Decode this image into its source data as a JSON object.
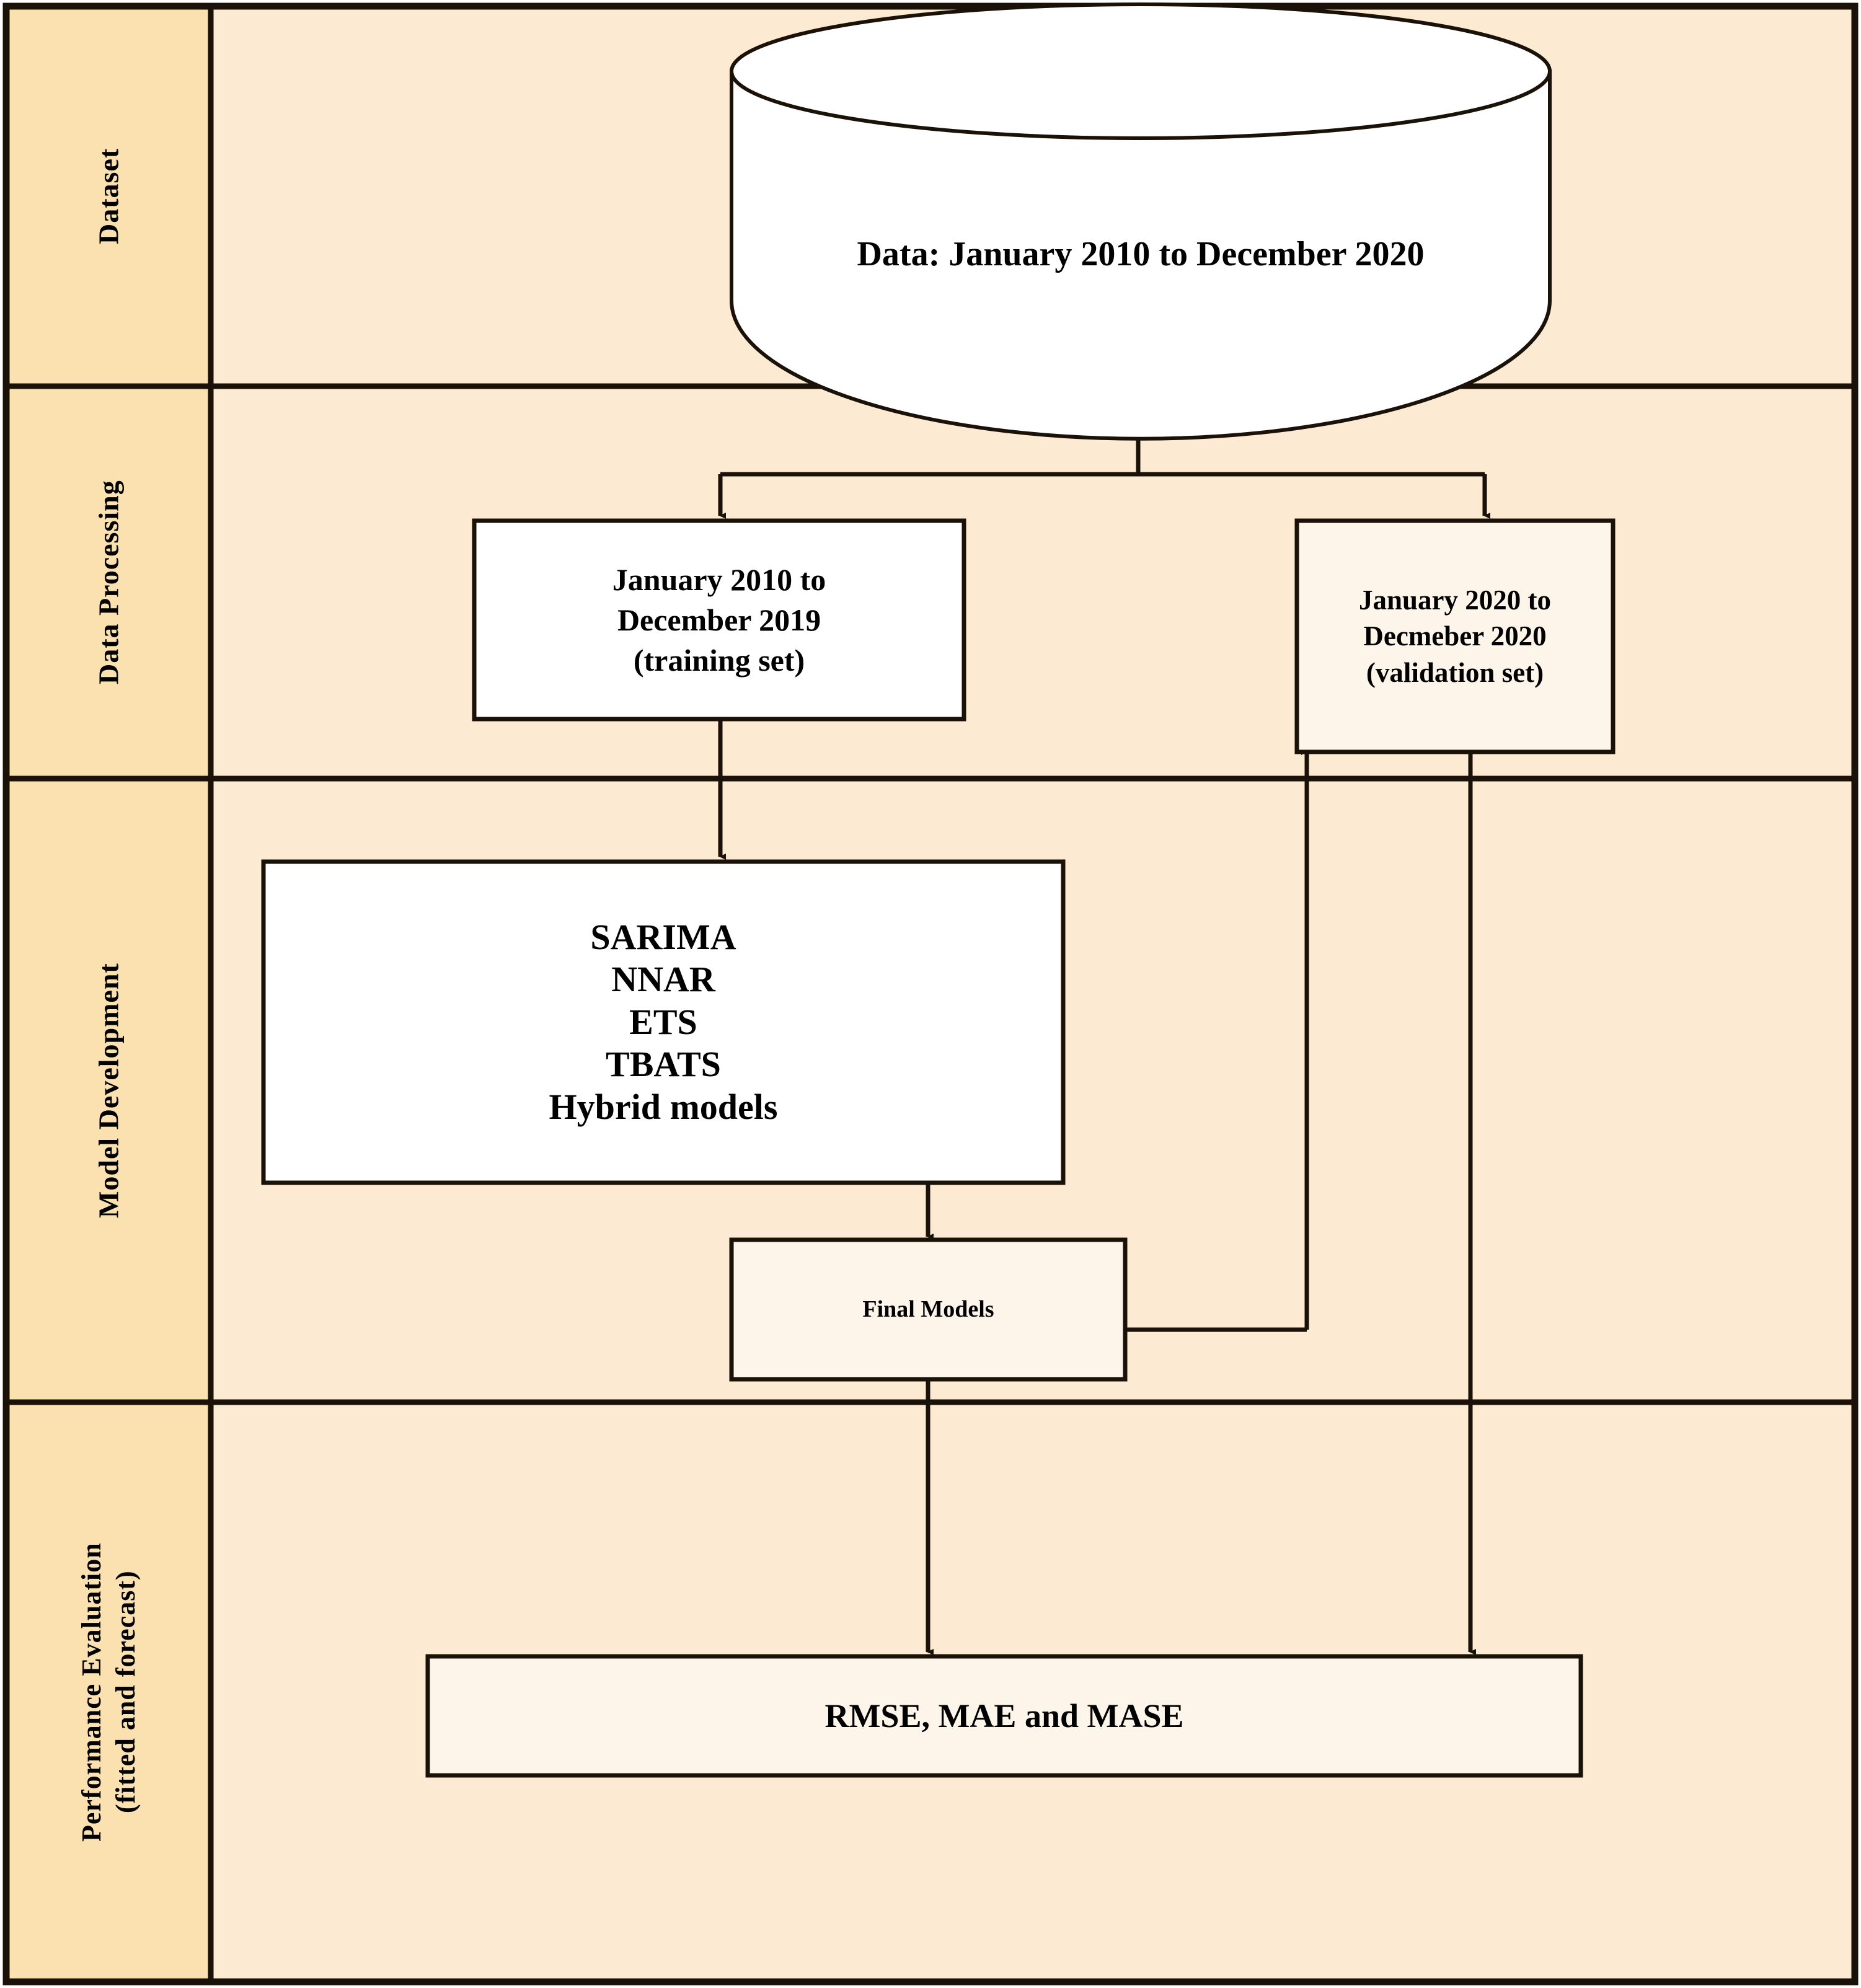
{
  "figure": {
    "type": "flowchart",
    "orientation": "top-to-bottom",
    "colors": {
      "stage_column_bg": "#FCE1B0",
      "panel_bg": "#FCEBD2",
      "node_white": "#FFFFFF",
      "node_cream": "#FDF5EA",
      "line": "#1A1208",
      "text": "#000000"
    }
  },
  "stages": [
    {
      "id": "dataset",
      "label": "Dataset"
    },
    {
      "id": "processing",
      "label": "Data Processing"
    },
    {
      "id": "development",
      "label": "Model Development"
    },
    {
      "id": "evaluation",
      "label": "Performance  Evaluation\n(fitted and forecast)"
    }
  ],
  "nodes": {
    "data_source": {
      "shape": "cylinder",
      "label": "Data: January 2010 to December 2020",
      "fill": "#FFFFFF",
      "stage": "dataset"
    },
    "training_set": {
      "shape": "rect",
      "fill": "#FFFFFF",
      "stage": "processing",
      "lines": [
        "January 2010 to",
        "December 2019",
        "(training set)"
      ]
    },
    "validation_set": {
      "shape": "rect",
      "fill": "#FDF5EA",
      "stage": "processing",
      "lines": [
        "January 2020 to",
        "Decmeber 2020",
        "(validation set)"
      ]
    },
    "candidate_models": {
      "shape": "rect",
      "fill": "#FFFFFF",
      "stage": "development",
      "lines": [
        "SARIMA",
        "NNAR",
        "ETS",
        "TBATS",
        "Hybrid models"
      ]
    },
    "final_models": {
      "shape": "rect",
      "fill": "#FDF5EA",
      "stage": "development",
      "lines": [
        "Final Models"
      ]
    },
    "metrics": {
      "shape": "rect",
      "fill": "#FDF5EA",
      "stage": "evaluation",
      "lines": [
        "RMSE, MAE and MASE"
      ]
    }
  },
  "edges": [
    {
      "id": "e1",
      "from": "data_source",
      "to": "training_set",
      "style": "split-down",
      "arrow": true
    },
    {
      "id": "e2",
      "from": "data_source",
      "to": "validation_set",
      "style": "split-down",
      "arrow": true
    },
    {
      "id": "e3",
      "from": "training_set",
      "to": "candidate_models",
      "style": "straight-down",
      "arrow": true
    },
    {
      "id": "e4",
      "from": "candidate_models",
      "to": "final_models",
      "style": "straight-down",
      "arrow": true
    },
    {
      "id": "e5",
      "from": "final_models",
      "to": "validation_set",
      "style": "elbow-up",
      "arrow": true
    },
    {
      "id": "e6",
      "from": "final_models",
      "to": "metrics",
      "style": "straight-down",
      "arrow": true
    },
    {
      "id": "e7",
      "from": "validation_set",
      "to": "metrics",
      "style": "straight-down",
      "arrow": true
    }
  ]
}
